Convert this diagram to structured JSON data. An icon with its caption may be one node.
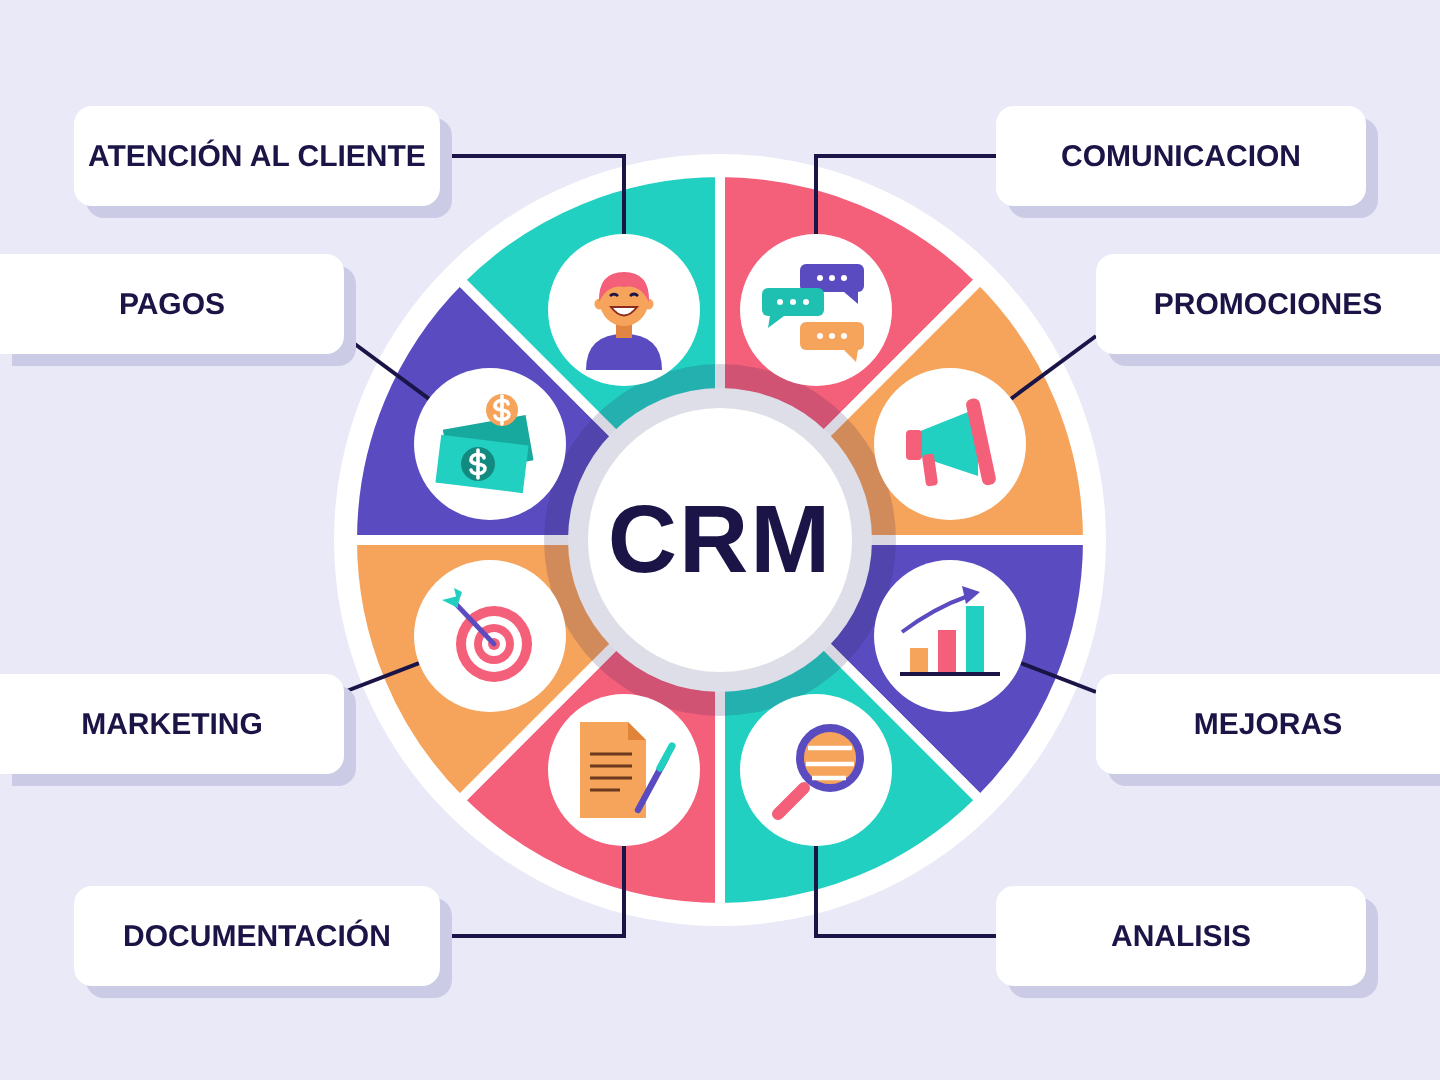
{
  "diagram": {
    "nodes": [
      {
        "text": [
          "ATENCIÓN AL CLIENTE"
        ]
      },
      {
        "text": [
          "COMUNICACION"
        ]
      },
      {
        "text": [
          "PAGOS"
        ]
      },
      {
        "text": [
          "PROMOCIONES"
        ]
      },
      {
        "text": [
          "CRM"
        ]
      },
      {
        "text": [
          "MARKETING"
        ]
      },
      {
        "text": [
          "MEJORAS"
        ]
      },
      {
        "text": [
          "DOCUMENTACIÓN"
        ]
      },
      {
        "text": [
          "ANALISIS"
        ]
      },
      {
        "text": [],
        "shape": "picture"
      },
      {
        "text": [],
        "shape": "picture"
      },
      {
        "text": [],
        "shape": "picture"
      },
      {
        "text": [],
        "shape": "picture"
      },
      {
        "text": [],
        "shape": "picture"
      },
      {
        "text": [],
        "shape": "picture"
      },
      {
        "text": [],
        "shape": "picture"
      },
      {
        "text": [],
        "shape": "picture"
      }
    ],
    "edges": [
      {
        "from": 0,
        "to": 9,
        "arrow": "none"
      },
      {
        "from": 1,
        "to": 10,
        "arrow": "none"
      },
      {
        "from": 2,
        "to": 11,
        "arrow": "none"
      },
      {
        "from": 3,
        "to": 12,
        "arrow": "none"
      },
      {
        "from": 5,
        "to": 13,
        "arrow": "none"
      },
      {
        "from": 6,
        "to": 14,
        "arrow": "none"
      },
      {
        "from": 7,
        "to": 15,
        "arrow": "none"
      },
      {
        "from": 8,
        "to": 16,
        "arrow": "none"
      }
    ]
  }
}
